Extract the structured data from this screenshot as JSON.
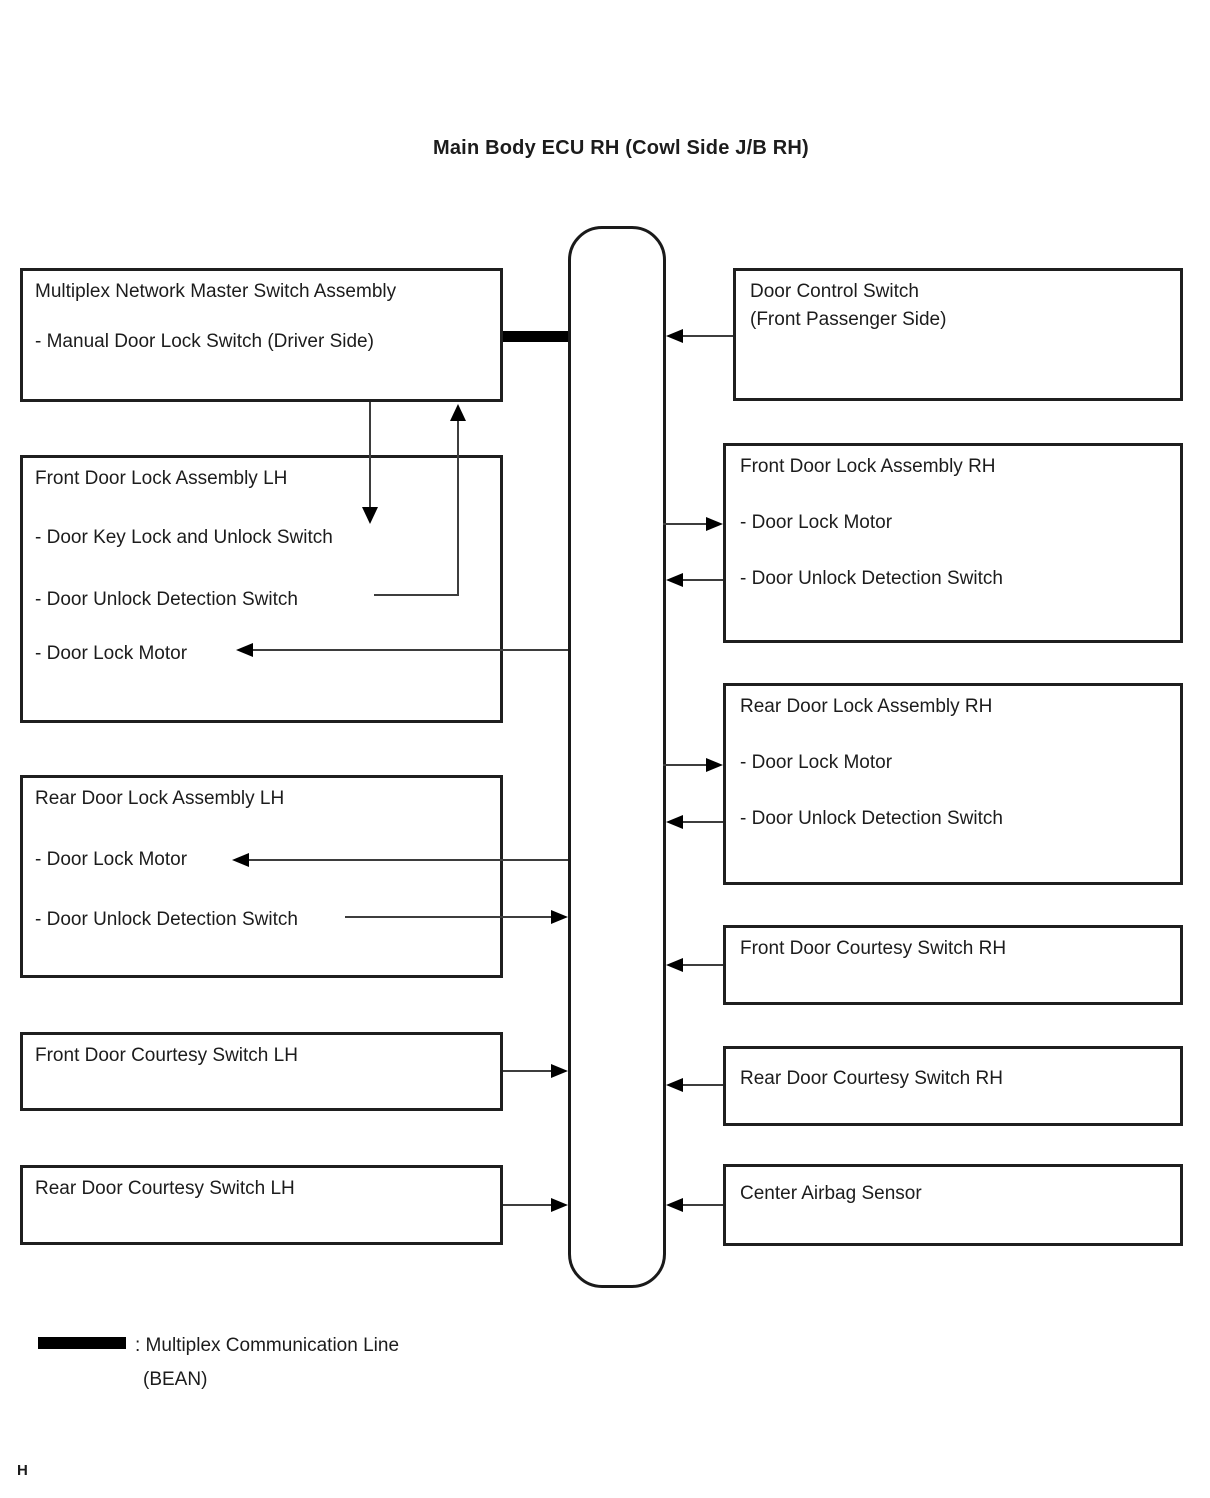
{
  "title": "Main Body ECU RH (Cowl Side J/B RH)",
  "ecu": {
    "name": "Main Body ECU RH (Cowl Side J/B RH)"
  },
  "left_boxes": [
    {
      "title": "Multiplex Network Master Switch Assembly",
      "items": [
        "- Manual Door Lock Switch (Driver Side)"
      ]
    },
    {
      "title": "Front Door Lock Assembly LH",
      "items": [
        "- Door Key Lock and Unlock Switch",
        "- Door Unlock Detection Switch",
        "- Door Lock Motor"
      ]
    },
    {
      "title": "Rear Door Lock Assembly LH",
      "items": [
        "- Door Lock Motor",
        "- Door Unlock Detection Switch"
      ]
    },
    {
      "title": "Front Door Courtesy Switch LH",
      "items": []
    },
    {
      "title": "Rear Door Courtesy Switch LH",
      "items": []
    }
  ],
  "right_boxes": [
    {
      "title": "Door Control Switch",
      "subtitle": "(Front Passenger Side)",
      "items": []
    },
    {
      "title": "Front Door Lock Assembly RH",
      "items": [
        "- Door Lock Motor",
        "- Door Unlock Detection Switch"
      ]
    },
    {
      "title": "Rear Door Lock Assembly RH",
      "items": [
        "- Door Lock Motor",
        "- Door Unlock Detection Switch"
      ]
    },
    {
      "title": "Front Door Courtesy Switch RH",
      "items": []
    },
    {
      "title": "Rear Door Courtesy Switch RH",
      "items": []
    },
    {
      "title": "Center Airbag Sensor",
      "items": []
    }
  ],
  "legend": {
    "line1": ": Multiplex Communication Line",
    "line2": "(BEAN)",
    "swatch_meaning": "multiplex-communication-line"
  },
  "footer": {
    "page_marker": "H"
  },
  "colors": {
    "background": "#ffffff",
    "box_border": "#1f1f1f",
    "connector_line": "#3d3d3d",
    "arrowhead": "#000000",
    "multiplex_line": "#000000",
    "text": "#1c1c1c"
  }
}
